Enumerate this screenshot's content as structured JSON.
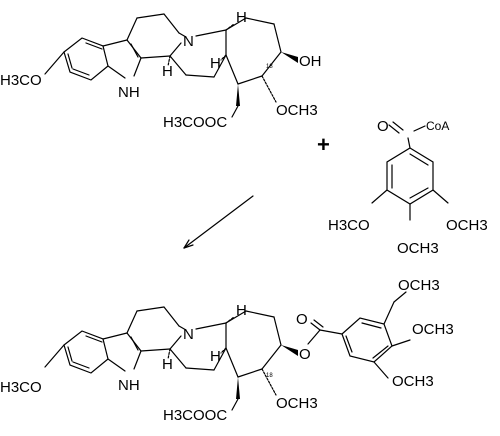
{
  "reactant_reserpate": {
    "methoxy_left": "H3CO",
    "nh": "NH",
    "n": "N",
    "h_stereo_1": "H",
    "h_stereo_2": "H",
    "h_stereo_3": "H",
    "oh": "OH",
    "ester": "H3COOC",
    "methoxy_ring": "OCH3",
    "locant": "18"
  },
  "plus": "+",
  "reactant_coa": {
    "oxygen": "O",
    "coa": "CoA",
    "methoxy_left": "H3CO",
    "methoxy_right": "OCH3",
    "methoxy_para": "OCH3"
  },
  "product_reserpine": {
    "methoxy_left": "H3CO",
    "nh": "NH",
    "n": "N",
    "h_stereo_1": "H",
    "h_stereo_2": "H",
    "h_stereo_3": "H",
    "o_link": "O",
    "o_carbonyl": "O",
    "ester": "H3COOC",
    "methoxy_ring": "OCH3",
    "locant": "18",
    "ar_methoxy_top": "OCH3",
    "ar_methoxy_mid": "OCH3",
    "ar_methoxy_bot": "OCH3"
  }
}
